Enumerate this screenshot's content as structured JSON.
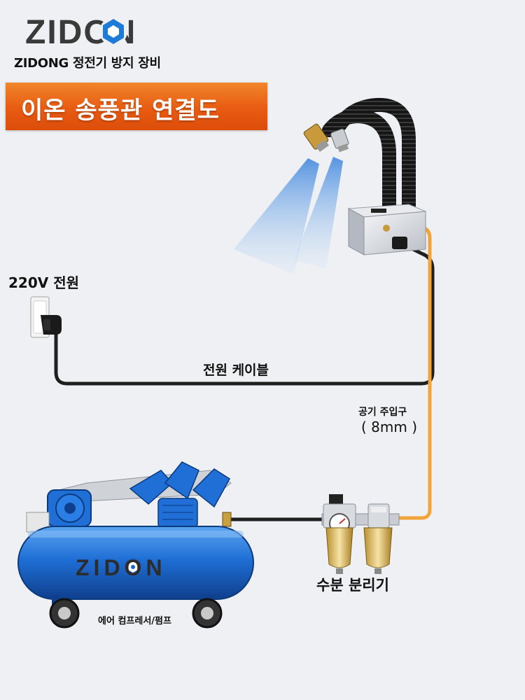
{
  "header": {
    "brand": "ZIDON",
    "subtitle": "ZIDONG 정전기 방지 장비",
    "title": "이온 송풍관 연결도"
  },
  "labels": {
    "power_source": "220V 전원",
    "power_cable": "전원 케이블",
    "air_inlet": "공기 주입구",
    "air_inlet_size": "( 8mm )",
    "water_separator": "수분 분리기",
    "air_compressor": "에어 컴프레서/펌프"
  },
  "compressor": {
    "brand": "ZIDON"
  },
  "colors": {
    "accent_orange": "#e8621a",
    "air_hose": "#f2a43a",
    "power_cable": "#1f1f1f",
    "compressor_blue": "#1f6fd6",
    "ion_beam": "#6ea8e8"
  },
  "icons": [
    "ion-blower-icon",
    "wall-socket-icon",
    "air-compressor-icon",
    "filter-separator-icon",
    "logo-gear-icon"
  ]
}
